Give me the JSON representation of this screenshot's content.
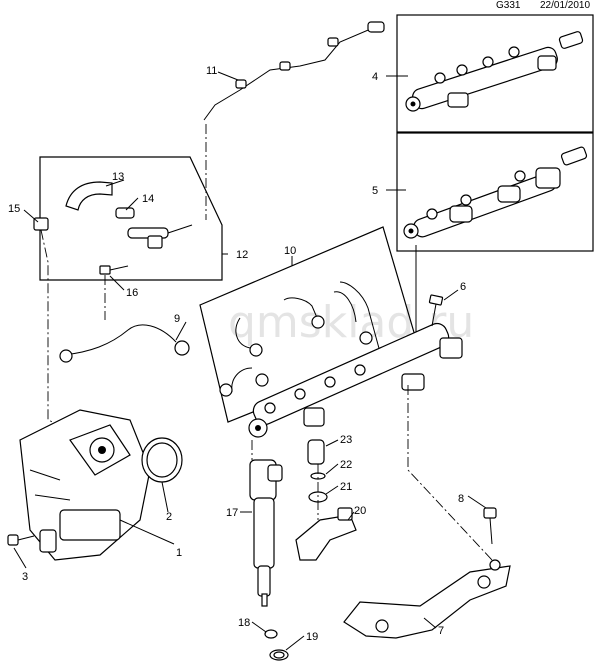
{
  "header": {
    "code": "G331",
    "date": "22/01/2010"
  },
  "watermark": "qmsklad.ru",
  "callouts": {
    "c1": "1",
    "c2": "2",
    "c3": "3",
    "c4": "4",
    "c5": "5",
    "c6": "6",
    "c7": "7",
    "c8": "8",
    "c9": "9",
    "c10": "10",
    "c11": "11",
    "c12": "12",
    "c13": "13",
    "c14": "14",
    "c15": "15",
    "c16": "16",
    "c17": "17",
    "c18": "18",
    "c19": "19",
    "c20": "20",
    "c21": "21",
    "c22": "22",
    "c23": "23"
  }
}
